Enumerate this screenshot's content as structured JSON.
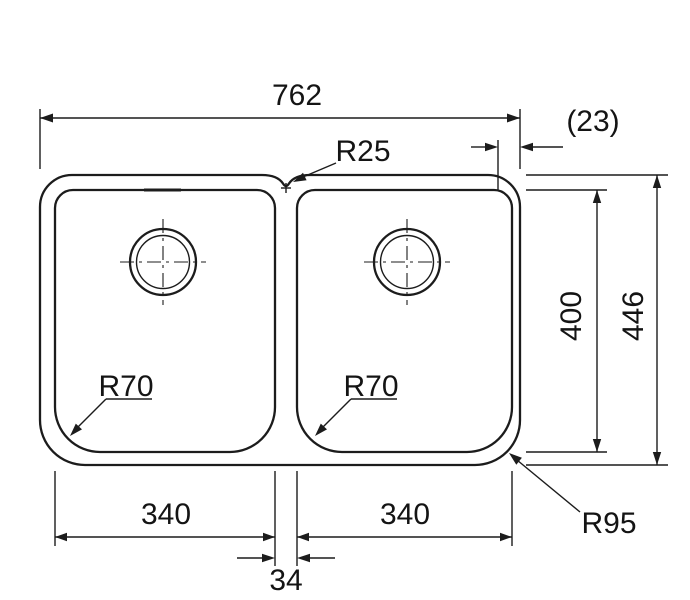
{
  "drawing": {
    "colors": {
      "line": "#1c1c1c",
      "background": "#ffffff"
    },
    "labels": {
      "overall_width": "762",
      "rim_offset": "(23)",
      "divider_radius": "R25",
      "bowl_height": "400",
      "overall_height": "446",
      "left_bowl_radius": "R70",
      "right_bowl_radius": "R70",
      "left_bowl_width": "340",
      "right_bowl_width": "340",
      "divider_width": "34",
      "outer_corner_radius": "R95"
    }
  }
}
